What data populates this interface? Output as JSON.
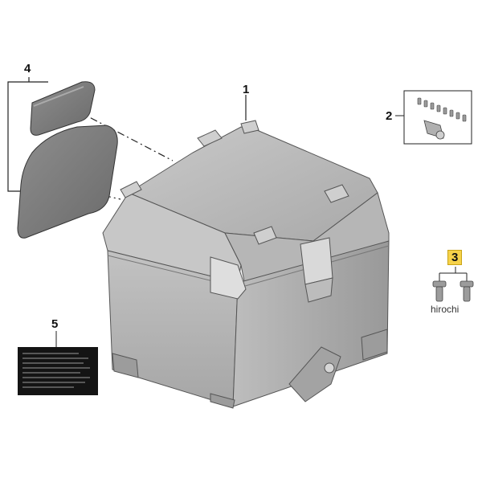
{
  "diagram": {
    "callouts": [
      {
        "id": "1",
        "label": "1",
        "part": "top-case"
      },
      {
        "id": "2",
        "label": "2",
        "part": "lock-cylinder-kit"
      },
      {
        "id": "3",
        "label": "3",
        "part": "screw-pair",
        "highlighted": true
      },
      {
        "id": "4",
        "label": "4",
        "part": "back-pad"
      },
      {
        "id": "5",
        "label": "5",
        "part": "instruction-label"
      }
    ],
    "watermark": "hirochi",
    "colors": {
      "case_light": "#d4d4d4",
      "case_mid": "#b3b3b3",
      "case_dark": "#8a8a8a",
      "pad_dark": "#7c7c7c",
      "label_black": "#141414",
      "highlight": "#f6d24a"
    }
  }
}
